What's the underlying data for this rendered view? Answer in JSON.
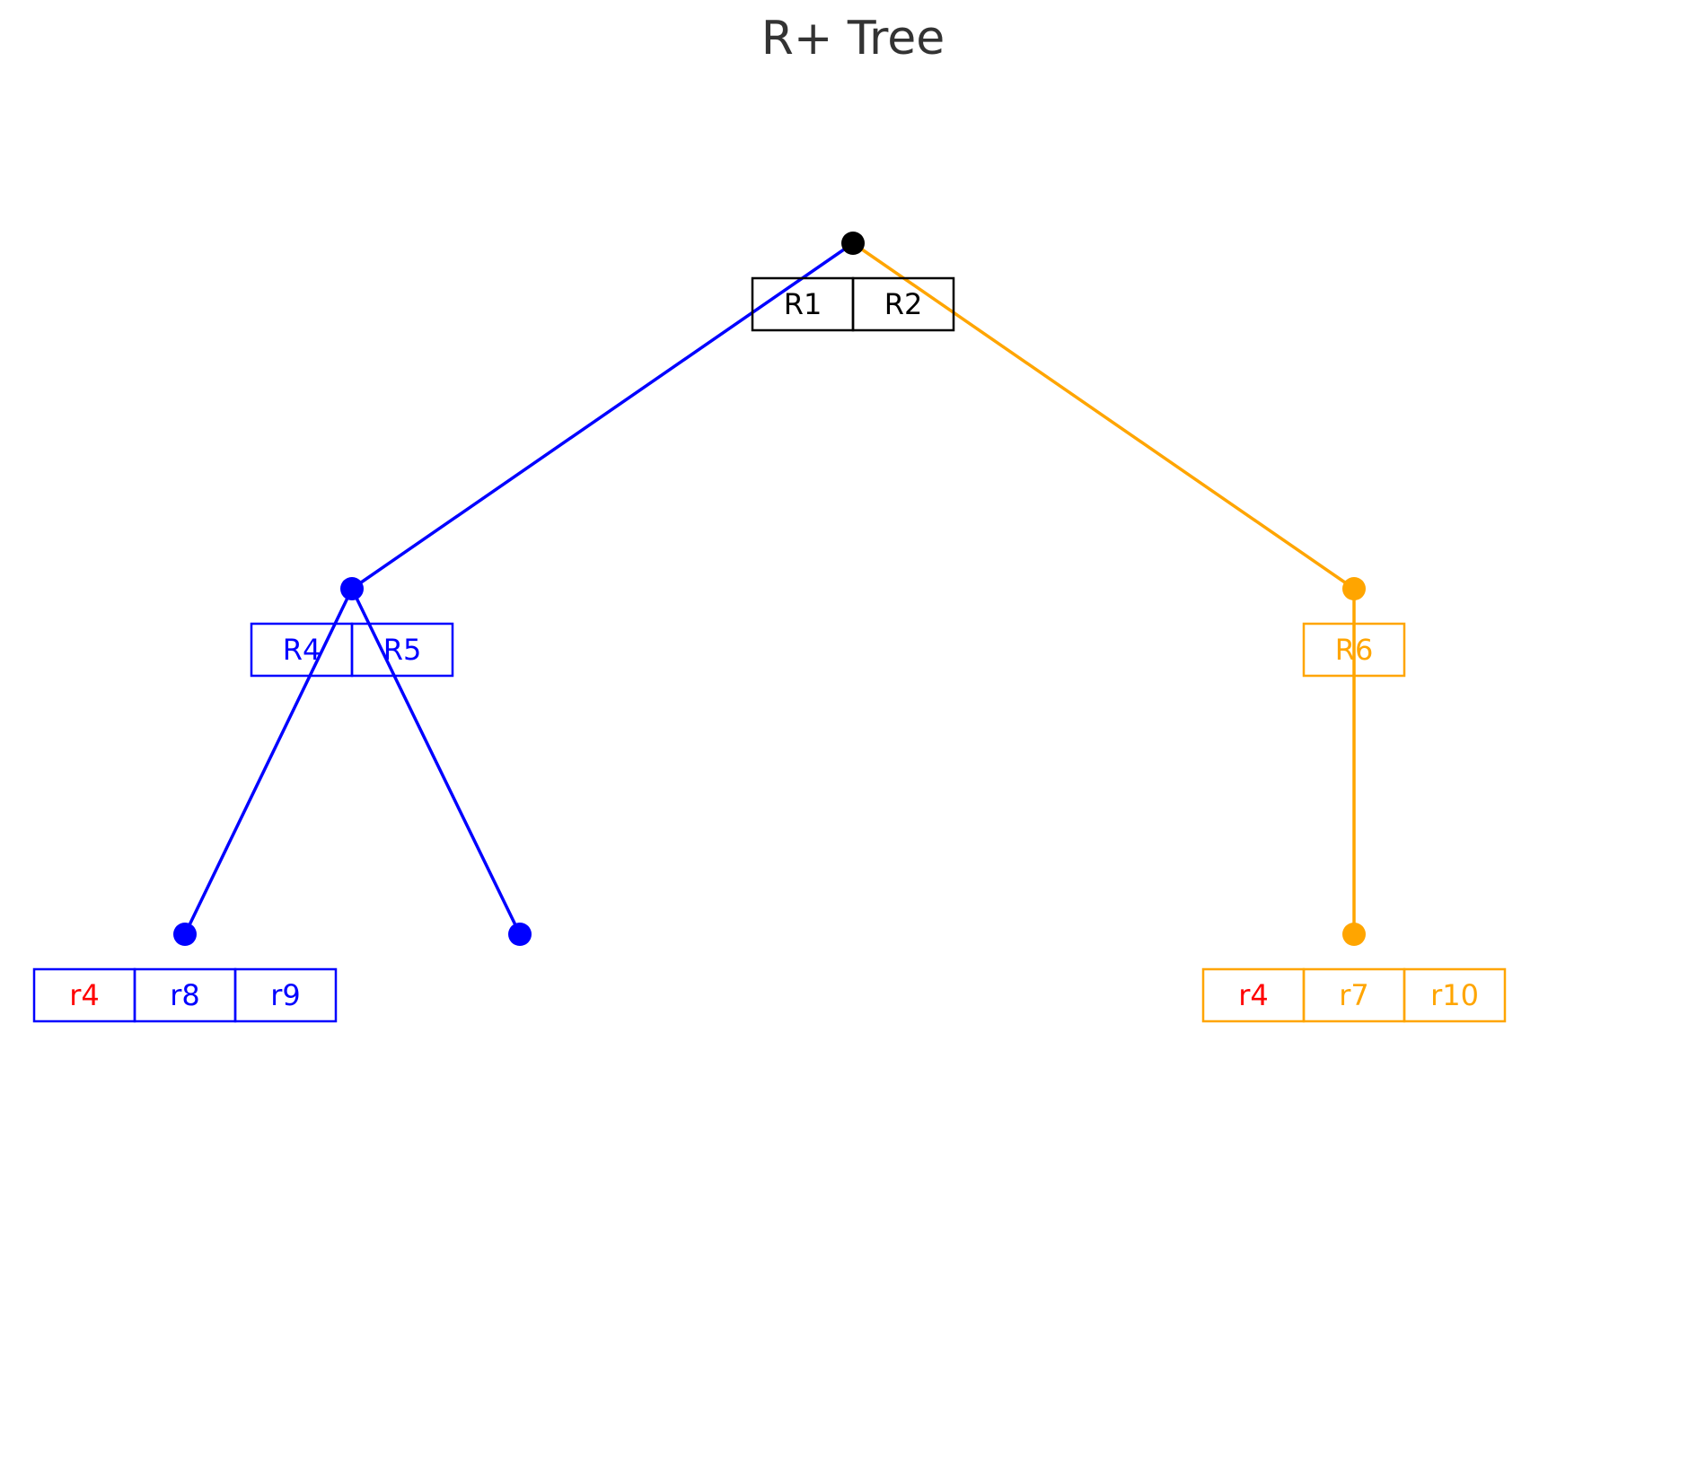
{
  "title": "R+ Tree",
  "colors": {
    "root": "#000000",
    "left": "#0000ff",
    "right": "#ffa500",
    "highlight": "#ff0000"
  },
  "root": {
    "color": "root",
    "entries": [
      {
        "label": "R1",
        "color": "root"
      },
      {
        "label": "R2",
        "color": "root"
      }
    ]
  },
  "internal": [
    {
      "color": "left",
      "entries": [
        {
          "label": "R4",
          "color": "left"
        },
        {
          "label": "R5",
          "color": "left"
        }
      ]
    },
    {
      "color": "right",
      "entries": [
        {
          "label": "R6",
          "color": "right"
        }
      ]
    }
  ],
  "leaves": [
    {
      "color": "left",
      "entries": [
        {
          "label": "r4",
          "color": "highlight"
        },
        {
          "label": "r8",
          "color": "left"
        },
        {
          "label": "r9",
          "color": "left"
        }
      ]
    },
    {
      "color": "left",
      "entries": []
    },
    {
      "color": "right",
      "entries": [
        {
          "label": "r4",
          "color": "highlight"
        },
        {
          "label": "r7",
          "color": "right"
        },
        {
          "label": "r10",
          "color": "right"
        }
      ]
    }
  ]
}
